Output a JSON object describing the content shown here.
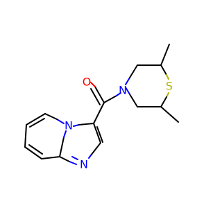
{
  "molecule": {
    "atoms": {
      "o1": {
        "symbol": "O",
        "color": "#ff0000"
      },
      "n_morph": {
        "symbol": "N",
        "color": "#0000ff"
      },
      "s1": {
        "symbol": "S",
        "color": "#b2b200"
      },
      "n_bridge": {
        "symbol": "N",
        "color": "#0000ff"
      },
      "n_imid": {
        "symbol": "N",
        "color": "#0000ff"
      }
    },
    "colors": {
      "carbon_bond": "#000000",
      "nitrogen": "#0000ff",
      "oxygen": "#ff0000",
      "sulfur": "#b2b200",
      "background": "#ffffff"
    }
  }
}
